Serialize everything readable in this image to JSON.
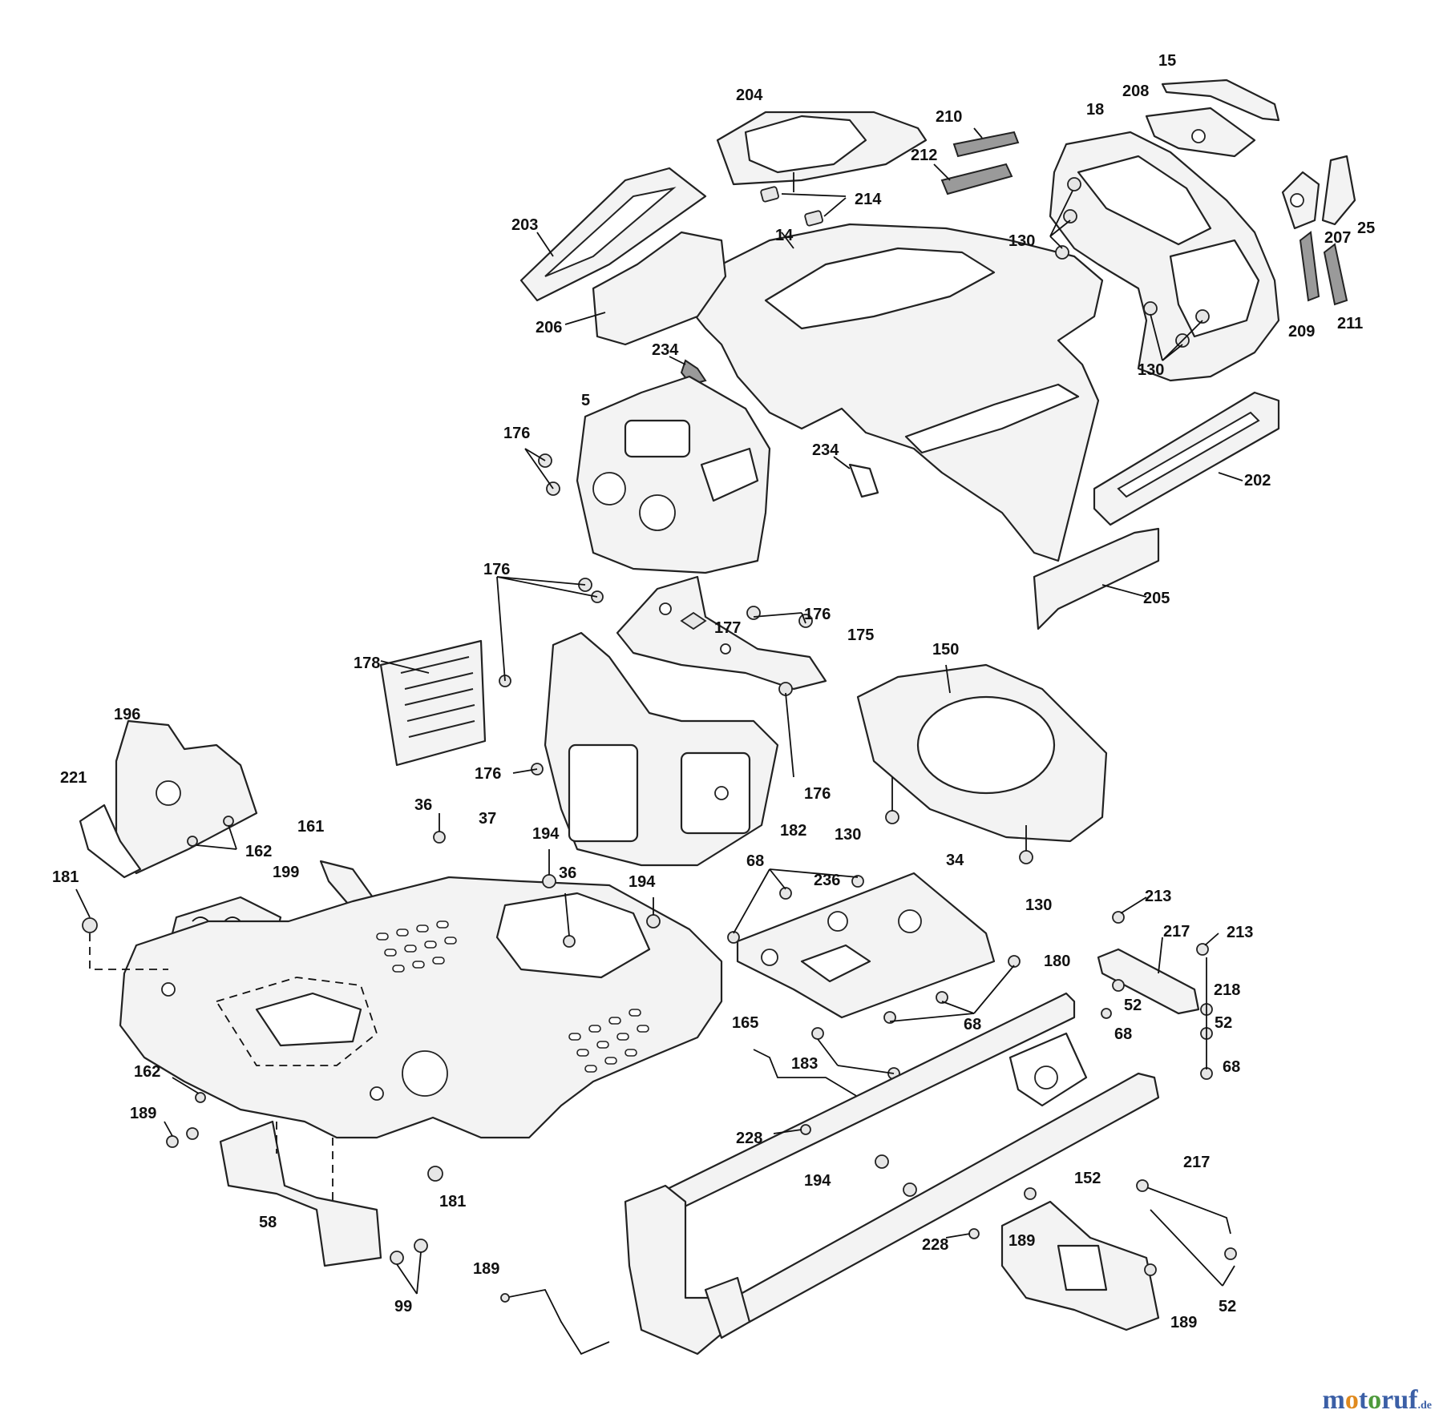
{
  "diagram": {
    "callouts": [
      {
        "id": "c15",
        "text": "15"
      },
      {
        "id": "c204",
        "text": "204"
      },
      {
        "id": "c208",
        "text": "208"
      },
      {
        "id": "c210",
        "text": "210"
      },
      {
        "id": "c18",
        "text": "18"
      },
      {
        "id": "c212",
        "text": "212"
      },
      {
        "id": "c214",
        "text": "214"
      },
      {
        "id": "c203",
        "text": "203"
      },
      {
        "id": "c14",
        "text": "14"
      },
      {
        "id": "c130a",
        "text": "130"
      },
      {
        "id": "c207",
        "text": "207"
      },
      {
        "id": "c25",
        "text": "25"
      },
      {
        "id": "c206",
        "text": "206"
      },
      {
        "id": "c209",
        "text": "209"
      },
      {
        "id": "c211",
        "text": "211"
      },
      {
        "id": "c234a",
        "text": "234"
      },
      {
        "id": "c130b",
        "text": "130"
      },
      {
        "id": "c5",
        "text": "5"
      },
      {
        "id": "c176a",
        "text": "176"
      },
      {
        "id": "c234b",
        "text": "234"
      },
      {
        "id": "c202",
        "text": "202"
      },
      {
        "id": "c176b",
        "text": "176"
      },
      {
        "id": "c205",
        "text": "205"
      },
      {
        "id": "c176c",
        "text": "176"
      },
      {
        "id": "c177",
        "text": "177"
      },
      {
        "id": "c175",
        "text": "175"
      },
      {
        "id": "c150",
        "text": "150"
      },
      {
        "id": "c178",
        "text": "178"
      },
      {
        "id": "c196",
        "text": "196"
      },
      {
        "id": "c176d",
        "text": "176"
      },
      {
        "id": "c176e",
        "text": "176"
      },
      {
        "id": "c221",
        "text": "221"
      },
      {
        "id": "c162a",
        "text": "162"
      },
      {
        "id": "c161",
        "text": "161"
      },
      {
        "id": "c36a",
        "text": "36"
      },
      {
        "id": "c37",
        "text": "37"
      },
      {
        "id": "c194a",
        "text": "194"
      },
      {
        "id": "c182",
        "text": "182"
      },
      {
        "id": "c130c",
        "text": "130"
      },
      {
        "id": "c68a",
        "text": "68"
      },
      {
        "id": "c34",
        "text": "34"
      },
      {
        "id": "c36b",
        "text": "36"
      },
      {
        "id": "c194b",
        "text": "194"
      },
      {
        "id": "c199",
        "text": "199"
      },
      {
        "id": "c181a",
        "text": "181"
      },
      {
        "id": "c236",
        "text": "236"
      },
      {
        "id": "c130d",
        "text": "130"
      },
      {
        "id": "c213a",
        "text": "213"
      },
      {
        "id": "c217a",
        "text": "217"
      },
      {
        "id": "c213b",
        "text": "213"
      },
      {
        "id": "c180",
        "text": "180"
      },
      {
        "id": "c218",
        "text": "218"
      },
      {
        "id": "c52a",
        "text": "52"
      },
      {
        "id": "c52b",
        "text": "52"
      },
      {
        "id": "c68b",
        "text": "68"
      },
      {
        "id": "c165",
        "text": "165"
      },
      {
        "id": "c68c",
        "text": "68"
      },
      {
        "id": "c68d",
        "text": "68"
      },
      {
        "id": "c183",
        "text": "183"
      },
      {
        "id": "c162b",
        "text": "162"
      },
      {
        "id": "c189a",
        "text": "189"
      },
      {
        "id": "c228a",
        "text": "228"
      },
      {
        "id": "c194c",
        "text": "194"
      },
      {
        "id": "c217b",
        "text": "217"
      },
      {
        "id": "c181b",
        "text": "181"
      },
      {
        "id": "c152",
        "text": "152"
      },
      {
        "id": "c58",
        "text": "58"
      },
      {
        "id": "c189b",
        "text": "189"
      },
      {
        "id": "c228b",
        "text": "228"
      },
      {
        "id": "c52c",
        "text": "52"
      },
      {
        "id": "c189c",
        "text": "189"
      },
      {
        "id": "c99",
        "text": "99"
      },
      {
        "id": "c189d",
        "text": "189"
      }
    ]
  },
  "watermark": {
    "m": "m",
    "o1": "o",
    "t": "t",
    "o2": "o",
    "ruf": "ruf",
    "tld": ".de"
  }
}
